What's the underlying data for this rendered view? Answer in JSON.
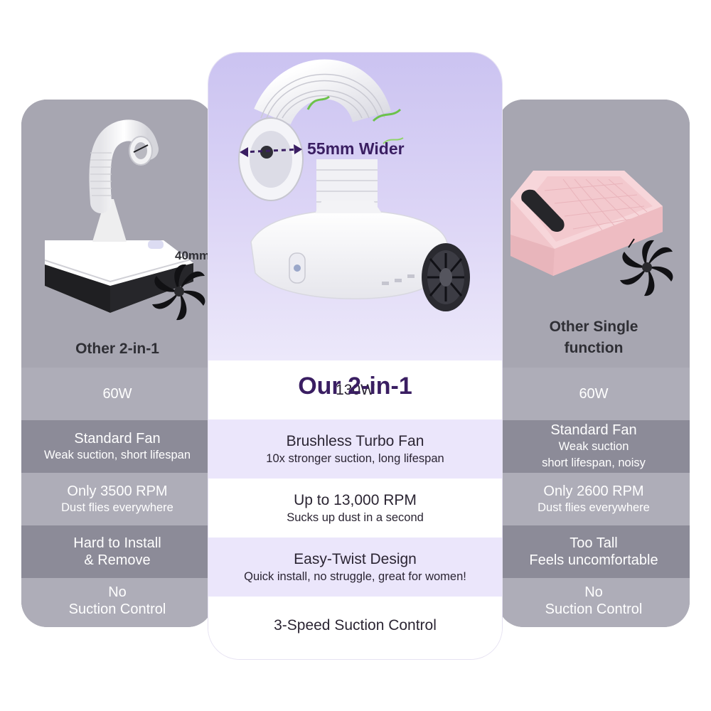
{
  "columns": {
    "left": {
      "title": "Other 2-in-1",
      "callout": "40mm",
      "rows": [
        {
          "main": "60W",
          "sub": ""
        },
        {
          "main": "Standard Fan",
          "sub": "Weak suction, short lifespan"
        },
        {
          "main": "Only 3500 RPM",
          "sub": "Dust flies everywhere"
        },
        {
          "main": "Hard to Install",
          "sub": "& Remove"
        },
        {
          "main": "No",
          "sub": "Suction Control"
        }
      ]
    },
    "center": {
      "title": "Our 2-in-1",
      "callout": "55mm Wider",
      "rows": [
        {
          "main": "130W",
          "sub": ""
        },
        {
          "main": "Brushless Turbo Fan",
          "sub": "10x stronger suction, long lifespan"
        },
        {
          "main": "Up to 13,000 RPM",
          "sub": "Sucks up dust in a second"
        },
        {
          "main": "Easy-Twist Design",
          "sub": "Quick install, no struggle, great for women!"
        },
        {
          "main": "3-Speed Suction Control",
          "sub": ""
        }
      ]
    },
    "right": {
      "title_line1": "Other Single",
      "title_line2": "function",
      "rows": [
        {
          "main": "60W",
          "sub": "",
          "sub2": ""
        },
        {
          "main": "Standard Fan",
          "sub": "Weak suction",
          "sub2": "short lifespan, noisy"
        },
        {
          "main": "Only 2600 RPM",
          "sub": "Dust flies everywhere",
          "sub2": ""
        },
        {
          "main": "Too Tall",
          "sub": "Feels uncomfortable",
          "sub2": ""
        },
        {
          "main": "No",
          "sub": "Suction Control",
          "sub2": ""
        }
      ]
    }
  },
  "colors": {
    "accent_purple": "#3a1e62",
    "lavender": "#cbc3f1",
    "row_purple": "#ebe6fb",
    "gray_card": "#9d9ca8",
    "pink_device": "#f6d2d6"
  },
  "icons": [
    "fan-impeller-icon",
    "width-arrow-icon",
    "hose-icon"
  ]
}
